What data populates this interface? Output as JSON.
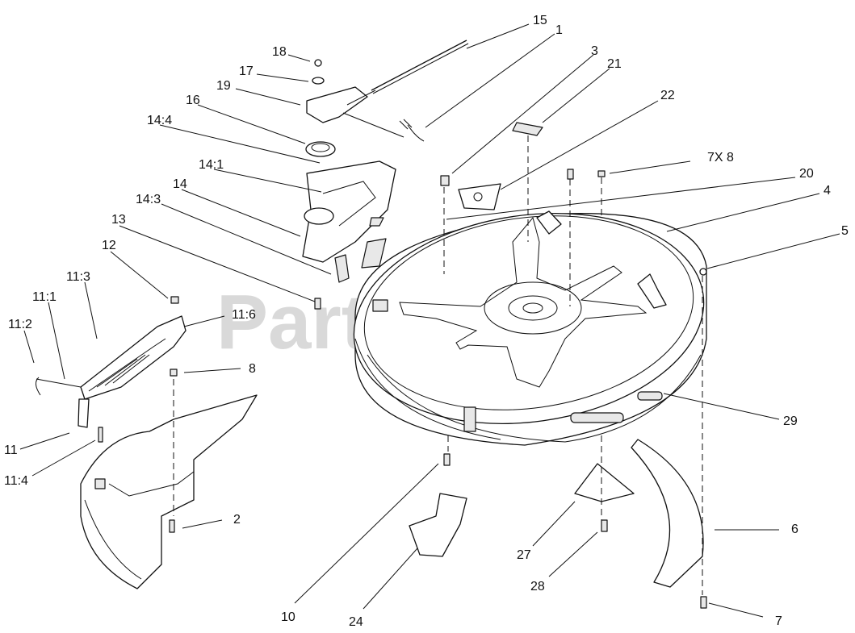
{
  "watermark": {
    "text": "PartsTree",
    "mark": "TM"
  },
  "callouts": [
    {
      "id": "15",
      "text": "15"
    },
    {
      "id": "1",
      "text": "1"
    },
    {
      "id": "3",
      "text": "3"
    },
    {
      "id": "21",
      "text": "21"
    },
    {
      "id": "22",
      "text": "22"
    },
    {
      "id": "7x8",
      "text": "7X 8"
    },
    {
      "id": "20",
      "text": "20"
    },
    {
      "id": "4",
      "text": "4"
    },
    {
      "id": "5",
      "text": "5"
    },
    {
      "id": "18",
      "text": "18"
    },
    {
      "id": "17",
      "text": "17"
    },
    {
      "id": "19",
      "text": "19"
    },
    {
      "id": "16",
      "text": "16"
    },
    {
      "id": "14-4",
      "text": "14:4"
    },
    {
      "id": "14-1",
      "text": "14:1"
    },
    {
      "id": "14",
      "text": "14"
    },
    {
      "id": "14-3",
      "text": "14:3"
    },
    {
      "id": "13",
      "text": "13"
    },
    {
      "id": "12",
      "text": "12"
    },
    {
      "id": "11-3",
      "text": "11:3"
    },
    {
      "id": "11-1",
      "text": "11:1"
    },
    {
      "id": "11-2",
      "text": "11:2"
    },
    {
      "id": "11-6",
      "text": "11:6"
    },
    {
      "id": "8",
      "text": "8"
    },
    {
      "id": "11",
      "text": "11"
    },
    {
      "id": "11-4",
      "text": "11:4"
    },
    {
      "id": "2",
      "text": "2"
    },
    {
      "id": "29",
      "text": "29"
    },
    {
      "id": "6",
      "text": "6"
    },
    {
      "id": "27",
      "text": "27"
    },
    {
      "id": "28",
      "text": "28"
    },
    {
      "id": "7",
      "text": "7"
    },
    {
      "id": "10",
      "text": "10"
    },
    {
      "id": "24",
      "text": "24"
    }
  ]
}
